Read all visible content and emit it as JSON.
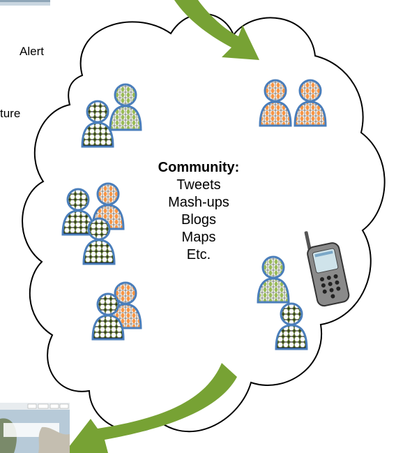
{
  "side_labels": {
    "alert_fragment": "Alert",
    "ture_fragment": "ture"
  },
  "community": {
    "heading": "Community:",
    "items": [
      "Tweets",
      "Mash-ups",
      "Blogs",
      "Maps",
      "Etc."
    ]
  },
  "colors": {
    "cloud_stroke": "#000000",
    "arrow_green": "#77a234",
    "person_outline": "#4a7ebb",
    "person_fill_green": "#9bbb59",
    "person_fill_orange": "#f79646",
    "phone_body": "#7a7a7a",
    "phone_screen": "#cfe3ea"
  },
  "icons": [
    "person-group-icon",
    "mobile-phone-icon",
    "arrow-icon",
    "map-thumbnail"
  ]
}
